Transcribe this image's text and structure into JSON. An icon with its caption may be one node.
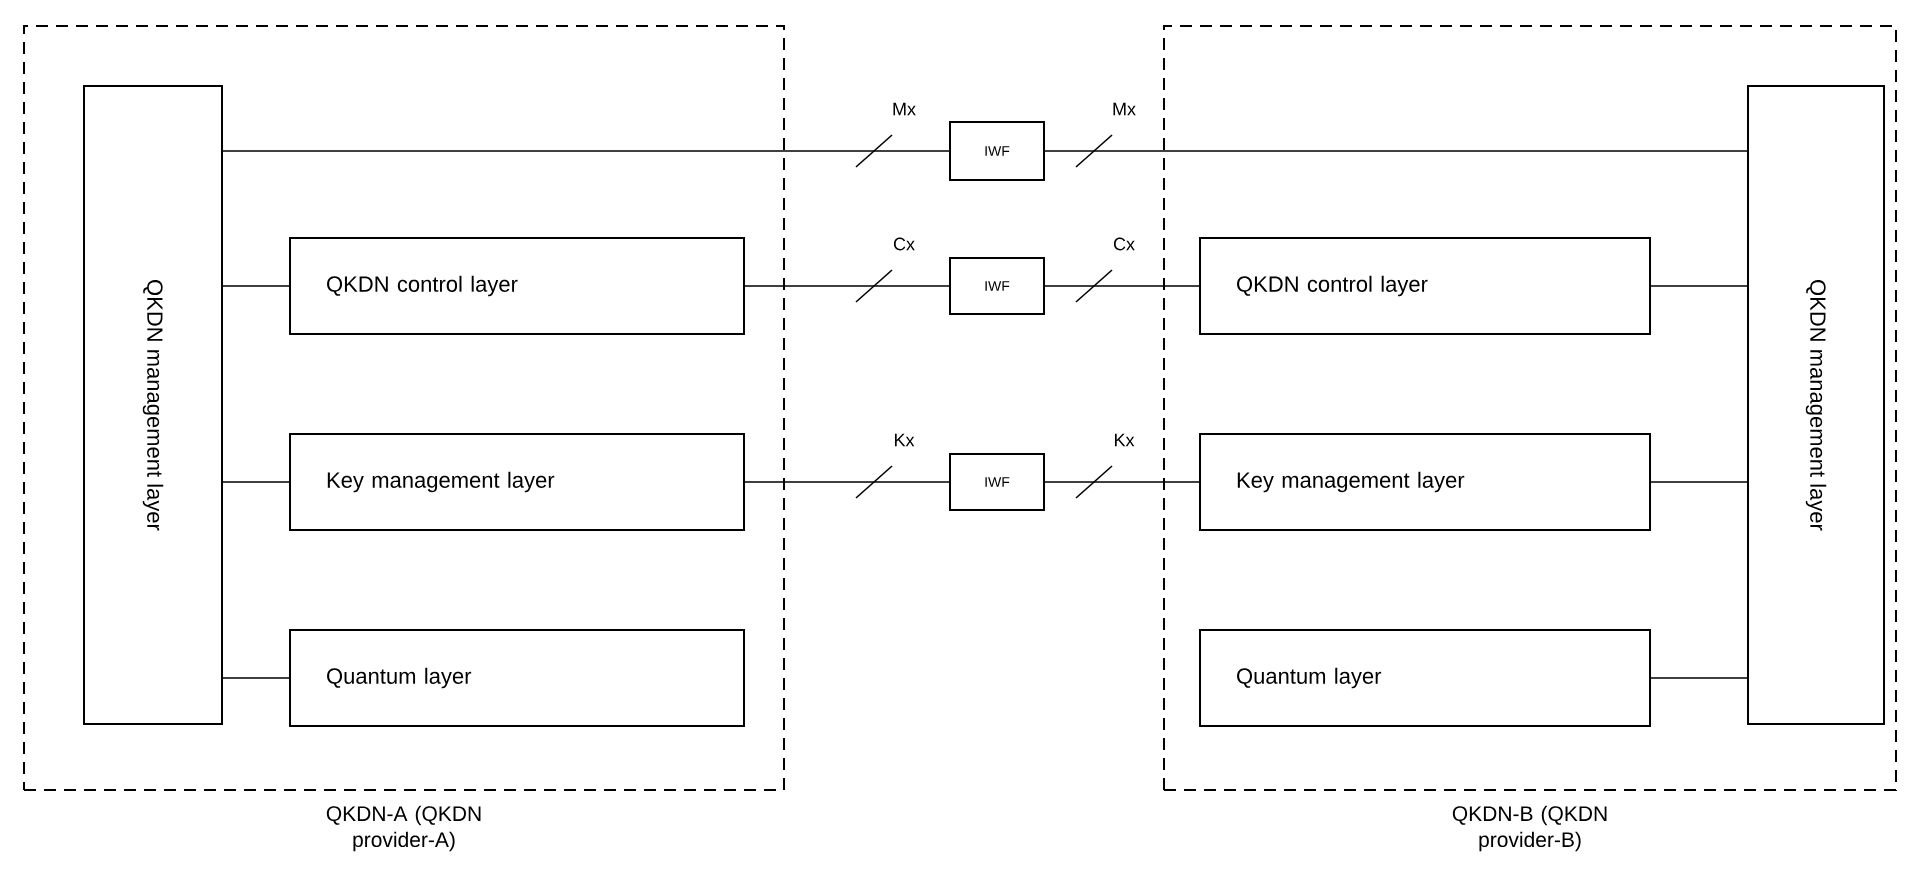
{
  "diagram": {
    "nodes": [
      {
        "text": [
          "QKDN-A (QKDN provider-A)"
        ]
      },
      {
        "text": [
          "QKDN management layer"
        ],
        "in": 0
      },
      {
        "text": [
          "QKDN control layer"
        ],
        "in": 0
      },
      {
        "text": [
          "Key management layer"
        ],
        "in": 0
      },
      {
        "text": [
          "Quantum layer"
        ],
        "in": 0
      },
      {
        "text": [
          "IWF"
        ]
      },
      {
        "text": [
          "IWF"
        ]
      },
      {
        "text": [
          "IWF"
        ]
      },
      {
        "text": [
          "QKDN-B (QKDN provider-B)"
        ]
      },
      {
        "text": [
          "QKDN control layer"
        ],
        "in": 8
      },
      {
        "text": [
          "Key management layer"
        ],
        "in": 8
      },
      {
        "text": [
          "Quantum layer"
        ],
        "in": 8
      },
      {
        "text": [
          "QKDN management layer"
        ],
        "in": 8
      }
    ],
    "edges": [
      {
        "from": 1,
        "to": 2,
        "arrow": "none"
      },
      {
        "from": 1,
        "to": 3,
        "arrow": "none"
      },
      {
        "from": 1,
        "to": 4,
        "arrow": "none"
      },
      {
        "from": 1,
        "to": 5,
        "arrow": "none",
        "label": "Mx"
      },
      {
        "from": 5,
        "to": 12,
        "arrow": "none",
        "label": "Mx"
      },
      {
        "from": 2,
        "to": 6,
        "arrow": "none",
        "label": "Cx"
      },
      {
        "from": 6,
        "to": 9,
        "arrow": "none",
        "label": "Cx"
      },
      {
        "from": 3,
        "to": 7,
        "arrow": "none",
        "label": "Kx"
      },
      {
        "from": 7,
        "to": 10,
        "arrow": "none",
        "label": "Kx"
      },
      {
        "from": 12,
        "to": 9,
        "arrow": "none"
      },
      {
        "from": 12,
        "to": 10,
        "arrow": "none"
      },
      {
        "from": 12,
        "to": 11,
        "arrow": "none"
      }
    ]
  }
}
